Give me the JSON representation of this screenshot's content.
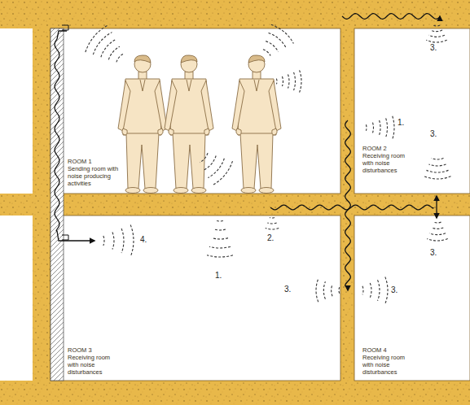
{
  "diagram": {
    "nodes": [
      {
        "text": [
          "ROOM 1",
          "Sending room with noise producing activities"
        ]
      },
      {
        "text": [
          "ROOM 2",
          "Receiving room with noise disturbances"
        ]
      },
      {
        "text": [
          "ROOM 3",
          "Receiving room with noise disturbances"
        ]
      },
      {
        "text": [
          "ROOM 4",
          "Receiving room with noise disturbances"
        ]
      }
    ],
    "labels": [
      "1.",
      "3.",
      "3.",
      "3.",
      "4.",
      "1.",
      "2.",
      "3.",
      "3."
    ]
  }
}
